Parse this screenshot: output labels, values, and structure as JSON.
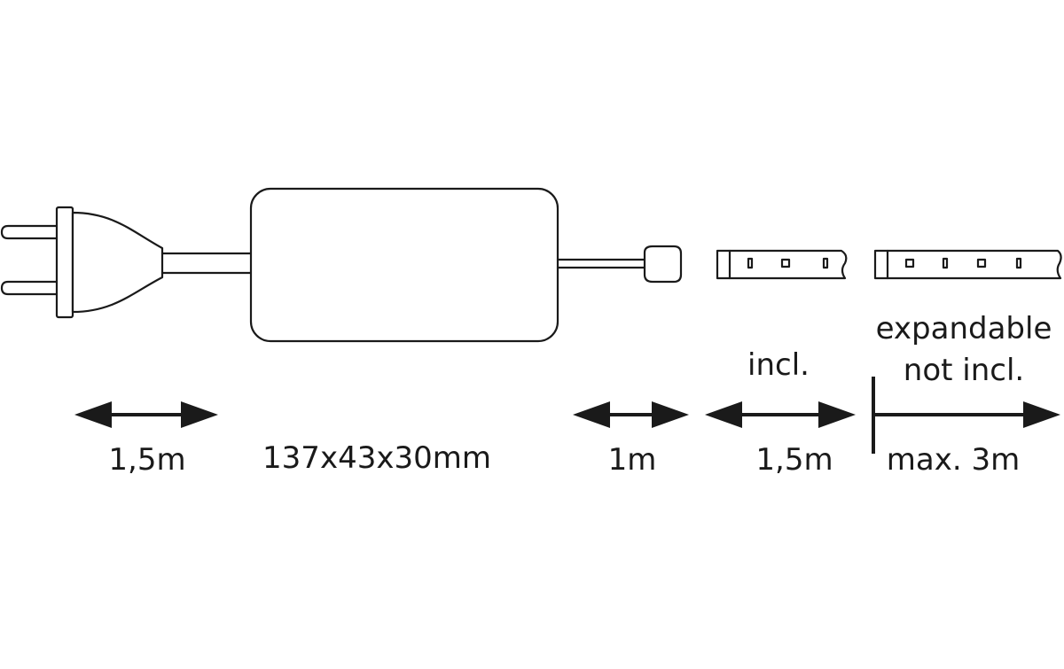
{
  "labels": {
    "plug_cable_length": "1,5m",
    "driver_dimensions": "137x43x30mm",
    "connector_cable_length": "1m",
    "strip_included_length": "1,5m",
    "strip_included_note": "incl.",
    "expandable_line1": "expandable",
    "expandable_line2": "not incl.",
    "expandable_max": "max. 3m"
  },
  "colors": {
    "line": "#1a1a1a",
    "background": "#ffffff"
  }
}
